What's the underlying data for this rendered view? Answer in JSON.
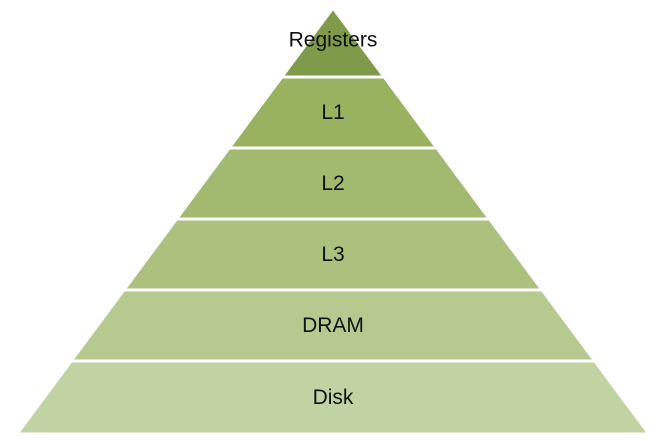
{
  "pyramid": {
    "tiers": [
      {
        "label": "Registers",
        "color": "#7f9a48"
      },
      {
        "label": "L1",
        "color": "#98b25f"
      },
      {
        "label": "L2",
        "color": "#a2ba6f"
      },
      {
        "label": "L3",
        "color": "#adc17f"
      },
      {
        "label": "DRAM",
        "color": "#b6ca8f"
      },
      {
        "label": "Disk",
        "color": "#c2d3a3"
      }
    ]
  }
}
